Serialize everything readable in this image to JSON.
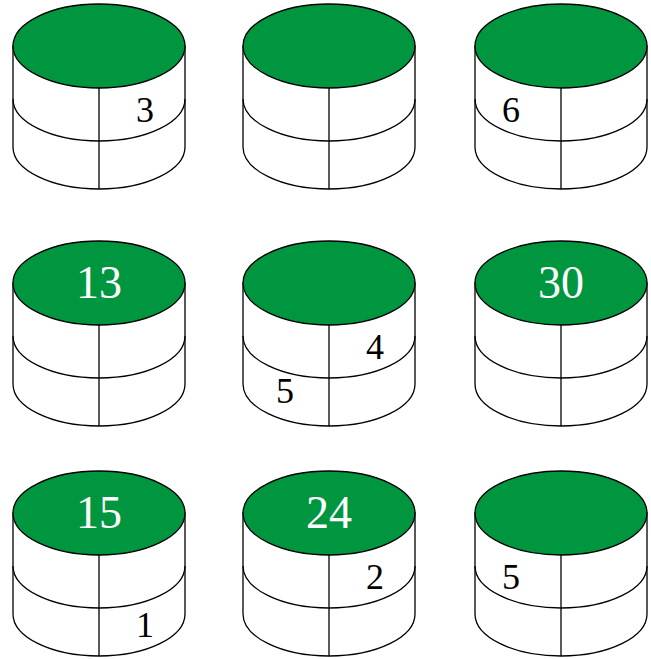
{
  "diagram": {
    "nodes": [
      {
        "text": [
          "3"
        ]
      },
      {
        "text": [
          "6"
        ]
      },
      {
        "text": [
          "13"
        ]
      },
      {
        "text": [
          "4",
          "5"
        ]
      },
      {
        "text": [
          "30"
        ]
      },
      {
        "text": [
          "15",
          "1"
        ]
      },
      {
        "text": [
          "24",
          "2"
        ]
      },
      {
        "text": [
          "5"
        ]
      }
    ]
  }
}
